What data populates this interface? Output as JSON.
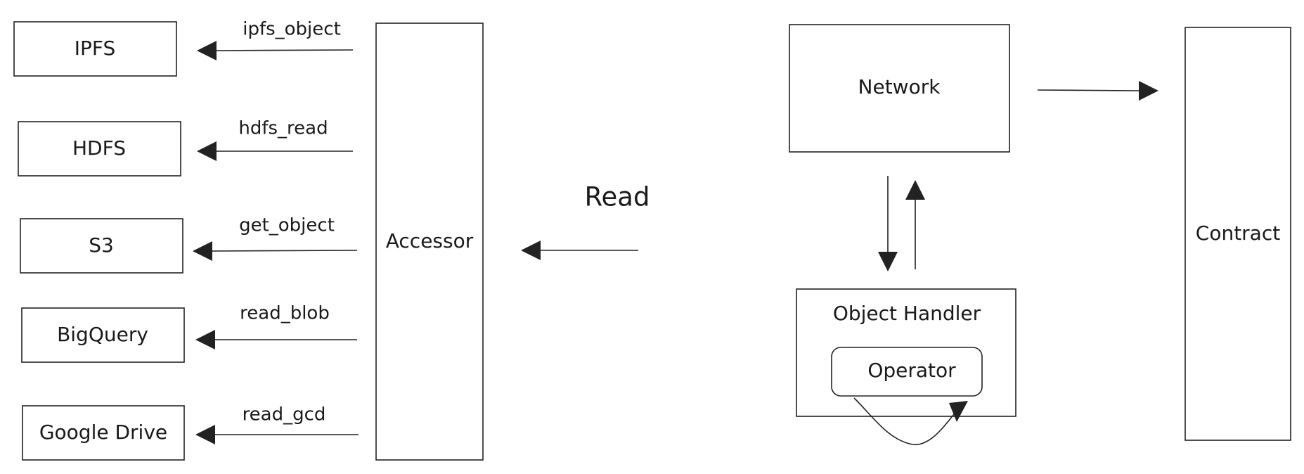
{
  "diagram": {
    "storage_nodes": [
      {
        "id": "ipfs",
        "label": "IPFS",
        "call": "ipfs_object"
      },
      {
        "id": "hdfs",
        "label": "HDFS",
        "call": "hdfs_read"
      },
      {
        "id": "s3",
        "label": "S3",
        "call": "get_object"
      },
      {
        "id": "bigquery",
        "label": "BigQuery",
        "call": "read_blob"
      },
      {
        "id": "google-drive",
        "label": "Google Drive",
        "call": "read_gcd"
      }
    ],
    "accessor": {
      "label": "Accessor"
    },
    "read_edge": {
      "label": "Read"
    },
    "network": {
      "label": "Network"
    },
    "object_handler": {
      "label": "Object Handler"
    },
    "operator": {
      "label": "Operator"
    },
    "contract": {
      "label": "Contract"
    },
    "colors": {
      "stroke": "#222222",
      "text": "#1a1a1a",
      "background": "#ffffff"
    }
  }
}
